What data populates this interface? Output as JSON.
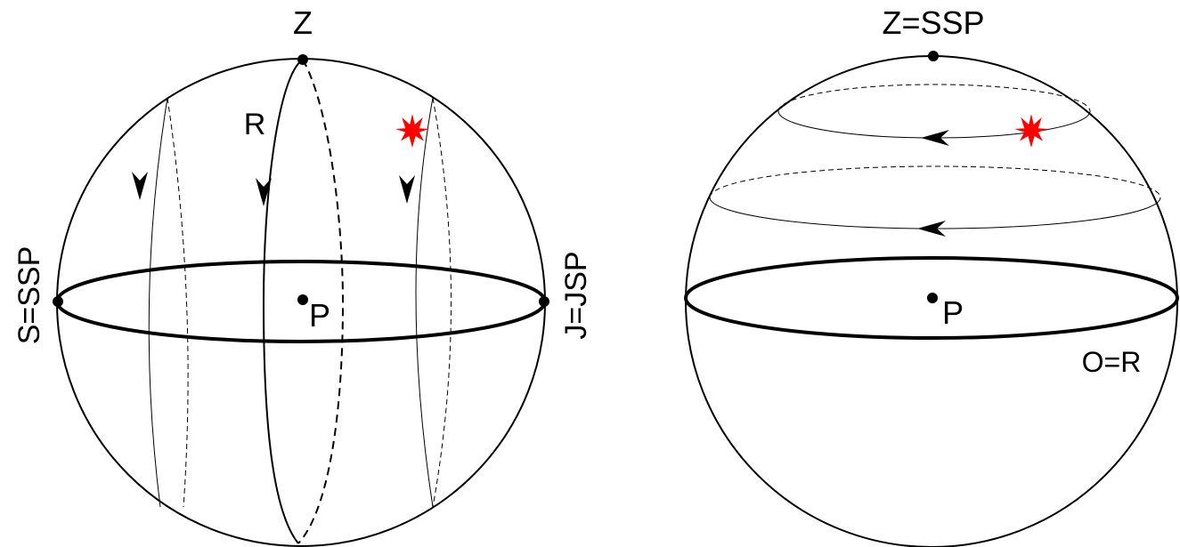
{
  "colors": {
    "line": "#000000",
    "star": "#ff0000",
    "background": "#ffffff"
  },
  "left_sphere": {
    "label_top": "Z",
    "label_meridian": "R",
    "label_left": "S=SSP",
    "label_right": "J=JSP",
    "label_center": "P"
  },
  "right_sphere": {
    "label_top": "Z=SSP",
    "label_center": "P",
    "label_equator": "O=R"
  },
  "icons": {
    "star": "red-star-icon",
    "arrow": "arrowhead-icon",
    "point": "point-dot-icon"
  }
}
